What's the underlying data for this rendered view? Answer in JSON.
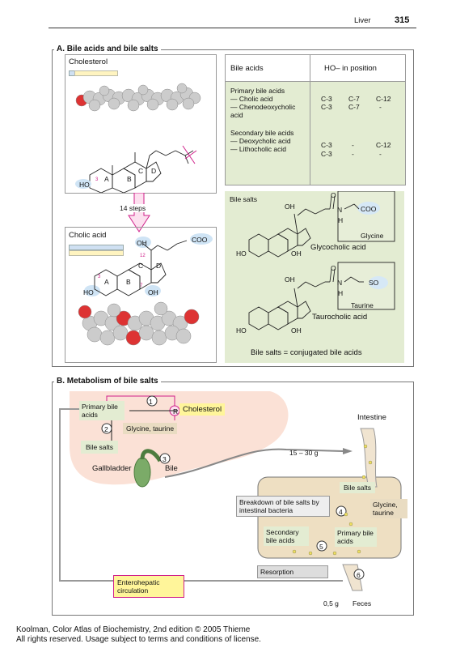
{
  "header": {
    "section": "Liver",
    "page": "315"
  },
  "panelA": {
    "title": "A. Bile acids and bile salts",
    "cholesterol": {
      "title": "Cholesterol",
      "ring_labels": [
        "A",
        "B",
        "C",
        "D"
      ],
      "ho": "HO",
      "pos3": "3"
    },
    "arrow_label": "14 steps",
    "cholic": {
      "title": "Cholic acid",
      "ring_labels": [
        "A",
        "B",
        "C",
        "D"
      ],
      "ho1": "HO",
      "oh7": "OH",
      "oh12": "OH",
      "coo": "COO",
      "n3": "3",
      "n7": "7",
      "n12": "12"
    },
    "table": {
      "head": [
        "Bile acids",
        "HO– in position"
      ],
      "primary_title": "Primary bile acids",
      "primary_rows": [
        {
          "name": "— Cholic acid",
          "c1": "C-3",
          "c2": "C-7",
          "c3": "C-12"
        },
        {
          "name": "— Chenodeoxycholic acid",
          "c1": "C-3",
          "c2": "C-7",
          "c3": "-"
        }
      ],
      "secondary_title": "Secondary bile acids",
      "secondary_rows": [
        {
          "name": "— Deoxycholic acid",
          "c1": "C-3",
          "c2": "-",
          "c3": "C-12"
        },
        {
          "name": "— Lithocholic acid",
          "c1": "C-3",
          "c2": "-",
          "c3": "-"
        }
      ]
    },
    "salts": {
      "title": "Bile salts",
      "glyco": "Glycocholic acid",
      "glycine": "Glycine",
      "coo": "COO",
      "tauro": "Taurocholic acid",
      "taurine": "Taurine",
      "so3": "SO",
      "footer": "Bile salts = conjugated bile acids",
      "o": "O",
      "n": "N",
      "h": "H",
      "oh": "OH",
      "ho": "HO"
    }
  },
  "panelB": {
    "title": "B. Metabolism of bile salts",
    "primary": "Primary bile acids",
    "cholesterol": "Cholesterol",
    "glycine_taurine": "Glycine, taurine",
    "bile_salts": "Bile salts",
    "gallbladder": "Gallbladder",
    "bile": "Bile",
    "intestine": "Intestine",
    "amount": "15 – 30 g",
    "bile_salts2": "Bile salts",
    "breakdown": "Breakdown of bile salts by intestinal bacteria",
    "glycine_taurine2": "Glycine, taurine",
    "secondary": "Secondary bile acids",
    "primary2": "Primary bile acids",
    "resorption": "Resorption",
    "enterohepatic": "Enterohepatic circulation",
    "feces_amt": "0,5 g",
    "feces": "Feces",
    "steps": [
      "1",
      "2",
      "3",
      "4",
      "5",
      "6"
    ],
    "r": "R"
  },
  "footer": {
    "line1": "Koolman, Color Atlas of Biochemistry, 2nd edition © 2005 Thieme",
    "line2": "All rights reserved. Usage subject to terms and conditions of license."
  },
  "colors": {
    "green": "#e3ecd2",
    "beige": "#e9dcc2",
    "liver": "#fbe1d6",
    "magenta": "#d0208a",
    "yellow": "#fff59a"
  }
}
